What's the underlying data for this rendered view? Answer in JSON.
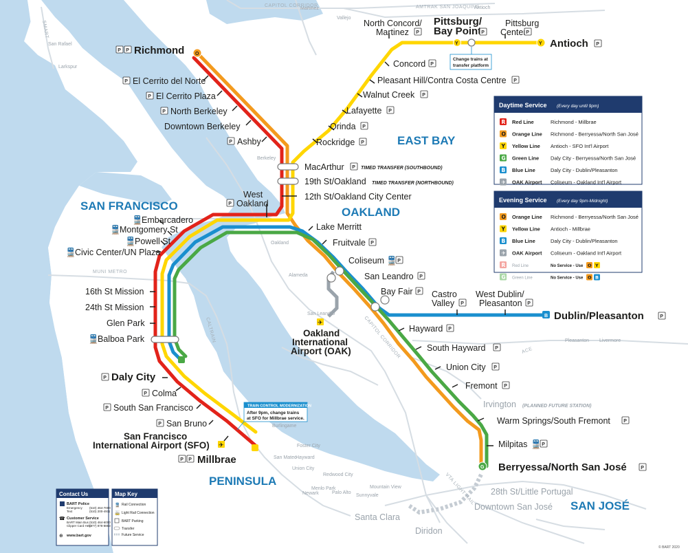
{
  "colors": {
    "red": "#e2231a",
    "orange": "#f39a1d",
    "yellow": "#ffd600",
    "green": "#4aa845",
    "blue": "#1a8fce",
    "oak": "#9aa3ab",
    "water": "#bfdaee",
    "land": "#ffffff",
    "region": "#1d7ab5",
    "navy": "#1f3b6e"
  },
  "regions": {
    "east_bay": "EAST BAY",
    "oakland": "OAKLAND",
    "san_francisco": "SAN FRANCISCO",
    "peninsula": "PENINSULA",
    "san_jose": "SAN JOSÉ"
  },
  "stations": {
    "richmond": "Richmond",
    "el_cerrito_norte": "El Cerrito del Norte",
    "el_cerrito_plaza": "El Cerrito Plaza",
    "north_berkeley": "North Berkeley",
    "downtown_berkeley": "Downtown Berkeley",
    "ashby": "Ashby",
    "macarthur": "MacArthur",
    "nineteenth": "19th St/Oakland",
    "twelfth": "12th St/Oakland City Center",
    "west_oakland_1": "West",
    "west_oakland_2": "Oakland",
    "embarcadero": "Embarcadero",
    "montgomery": "Montgomery St",
    "powell": "Powell St",
    "civic_center": "Civic Center/UN Plaza",
    "sixteenth": "16th St Mission",
    "twentyfourth": "24th St Mission",
    "glen_park": "Glen Park",
    "balboa_park": "Balboa Park",
    "daly_city": "Daly City",
    "colma": "Colma",
    "south_sf": "South San Francisco",
    "san_bruno": "San Bruno",
    "sfo_1": "San Francisco",
    "sfo_2": "International Airport (SFO)",
    "millbrae": "Millbrae",
    "north_concord_1": "North Concord/",
    "north_concord_2": "Martinez",
    "pittsburg_bp_1": "Pittsburg/",
    "pittsburg_bp_2": "Bay Point",
    "pittsburg_center_1": "Pittsburg",
    "pittsburg_center_2": "Center",
    "antioch": "Antioch",
    "concord": "Concord",
    "pleasant_hill": "Pleasant Hill/Contra Costa Centre",
    "walnut_creek": "Walnut Creek",
    "lafayette": "Lafayette",
    "orinda": "Orinda",
    "rockridge": "Rockridge",
    "lake_merritt": "Lake Merritt",
    "fruitvale": "Fruitvale",
    "coliseum": "Coliseum",
    "san_leandro": "San Leandro",
    "bay_fair": "Bay Fair",
    "castro_valley_1": "Castro",
    "castro_valley_2": "Valley",
    "west_dublin_1": "West Dublin/",
    "west_dublin_2": "Pleasanton",
    "dublin": "Dublin/Pleasanton",
    "hayward": "Hayward",
    "south_hayward": "South Hayward",
    "union_city": "Union City",
    "fremont": "Fremont",
    "irvington": "Irvington",
    "warm_springs": "Warm Springs/South Fremont",
    "milpitas": "Milpitas",
    "berryessa": "Berryessa/North San José",
    "oak_1": "Oakland",
    "oak_2": "International",
    "oak_3": "Airport (OAK)",
    "little_portugal": "28th St/Little Portugal",
    "downtown_sj": "Downtown San José",
    "santa_clara": "Santa Clara",
    "diridon": "Diridon"
  },
  "notes": {
    "timed_south": "TIMED TRANSFER (SOUTHBOUND)",
    "timed_north": "TIMED TRANSFER (NORTHBOUND)",
    "irvington_note": "(PLANNED FUTURE STATION)",
    "transfer_1": "Change trains at",
    "transfer_2": "transfer platform",
    "tcm_title": "TRAIN CONTROL MODERNIZATION",
    "tcm_1": "After 9pm, change trains",
    "tcm_2": "at SFO for Millbrae service."
  },
  "corridors": {
    "capitol_top": "CAPITOL CORRIDOR",
    "amtrak": "AMTRAK SAN JOAQUINS",
    "capitol_mid": "CAPITOL CORRIDOR",
    "caltrain": "CALTRAIN",
    "muni": "MUNI METRO",
    "smart": "SMART",
    "vta": "VTA LIGHT RAIL",
    "ace": "ACE"
  },
  "places": [
    "Berkeley",
    "Oakland",
    "Alameda",
    "San Leandro",
    "Burlingame",
    "San Mateo",
    "Foster City",
    "Hayward",
    "Union City",
    "Newark",
    "Menlo Park",
    "Palo Alto",
    "Mountain View",
    "Sunnyvale",
    "Pleasanton",
    "Livermore",
    "San Rafael",
    "Larkspur",
    "Martinez",
    "Antioch",
    "Vallejo",
    "Redwood City"
  ],
  "legend_day": {
    "title": "Daytime Service",
    "subtitle": "(Every day until 9pm)",
    "rows": [
      {
        "code": "R",
        "name": "Red Line",
        "desc": "Richmond - Millbrae",
        "color": "#e2231a"
      },
      {
        "code": "O",
        "name": "Orange Line",
        "desc": "Richmond - Berryessa/North San José",
        "color": "#f39a1d"
      },
      {
        "code": "Y",
        "name": "Yellow Line",
        "desc": "Antioch - SFO Int'l Airport",
        "color": "#ffd600"
      },
      {
        "code": "G",
        "name": "Green Line",
        "desc": "Daly City - Berryessa/North San José",
        "color": "#4aa845"
      },
      {
        "code": "B",
        "name": "Blue Line",
        "desc": "Daly City - Dublin/Pleasanton",
        "color": "#1a8fce"
      },
      {
        "code": "✈",
        "name": "OAK Airport",
        "desc": "Coliseum - Oakland Int'l Airport",
        "color": "#9aa3ab"
      }
    ]
  },
  "legend_night": {
    "title": "Evening Service",
    "subtitle": "(Every day 9pm-Midnight)",
    "rows": [
      {
        "code": "O",
        "name": "Orange Line",
        "desc": "Richmond - Berryessa/North San José",
        "color": "#f39a1d"
      },
      {
        "code": "Y",
        "name": "Yellow Line",
        "desc": "Antioch - Millbrae",
        "color": "#ffd600"
      },
      {
        "code": "B",
        "name": "Blue Line",
        "desc": "Daly City - Dublin/Pleasanton",
        "color": "#1a8fce"
      },
      {
        "code": "✈",
        "name": "OAK Airport",
        "desc": "Coliseum - Oakland Int'l Airport",
        "color": "#9aa3ab"
      }
    ],
    "faded": [
      {
        "code": "R",
        "name": "Red Line",
        "desc": "No Service - Use",
        "color": "#f4a6a1",
        "alt": [
          "O",
          "Y"
        ]
      },
      {
        "code": "G",
        "name": "Green Line",
        "desc": "No Service - Use",
        "color": "#a9d7a5",
        "alt": [
          "O",
          "B"
        ]
      }
    ]
  },
  "contact": {
    "title": "Contact Us",
    "police": "BART Police",
    "police_sub1": "Emergency",
    "police_sub2": "Text",
    "police_num1": "(510) 464-7000",
    "police_num2": "(510) 200-4911",
    "service": "Customer Service",
    "service_sub1": "BART Main Bus",
    "service_sub2": "Clipper Card Help",
    "service_num1": "(510) 464-6000",
    "service_num2": "(877) 878-8883",
    "web": "www.bart.gov"
  },
  "map_key": {
    "title": "Map Key",
    "rail": "Rail Connection",
    "light_rail": "Light Rail Connection",
    "parking": "BART Parking",
    "transfer": "Transfer",
    "future": "Future Service"
  },
  "copyright": "© BART 2020"
}
